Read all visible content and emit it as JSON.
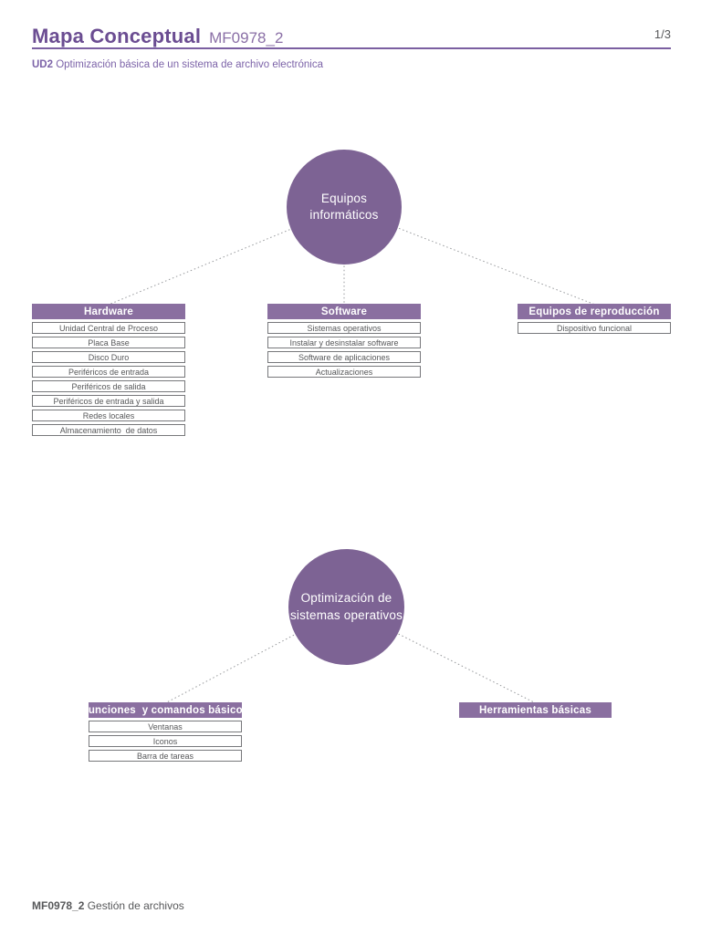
{
  "header": {
    "title": "Mapa Conceptual",
    "title_code": "MF0978_2",
    "page_number": "1/3",
    "unit_code": "UD2",
    "unit_title": " Optimización básica de un sistema de archivo electrónica"
  },
  "footer": {
    "module_code": "MF0978_2",
    "module_title": " Gestión de archivos"
  },
  "colors": {
    "title_purple": "#6b4d92",
    "circle_fill": "#7d6394",
    "bar_fill": "#8a6fa0",
    "rule_purple": "#7b5fa1",
    "text_gray": "#57585a",
    "connector_gray": "#97999c"
  },
  "diagram1": {
    "root_line1": "Equipos",
    "root_line2": "informáticos",
    "columns": [
      {
        "header": "Hardware",
        "items": [
          "Unidad Central de Proceso",
          "Placa Base",
          "Disco Duro",
          "Periféricos de entrada",
          "Periféricos de salida",
          "Periféricos de entrada y salida",
          "Redes locales",
          "Almacenamiento  de datos"
        ]
      },
      {
        "header": "Software",
        "items": [
          "Sistemas operativos",
          "Instalar y desinstalar software",
          "Software de aplicaciones",
          "Actualizaciones"
        ]
      },
      {
        "header": "Equipos de reproducción",
        "items": [
          "Dispositivo funcional"
        ]
      }
    ]
  },
  "diagram2": {
    "root_line1": "Optimización de",
    "root_line2": "sistemas operativos",
    "columns": [
      {
        "header": "Funciones  y comandos básicos",
        "items": [
          "Ventanas",
          "Iconos",
          "Barra de tareas"
        ]
      },
      {
        "header": "Herramientas básicas",
        "items": []
      }
    ]
  }
}
